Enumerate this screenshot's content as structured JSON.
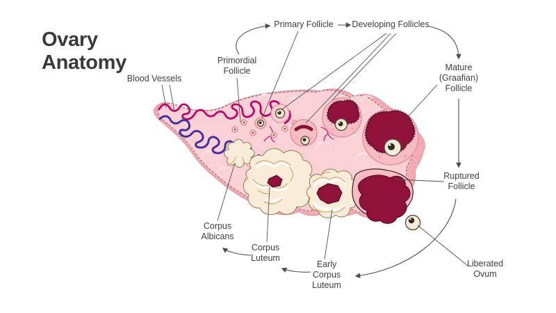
{
  "title": {
    "line1": "Ovary",
    "line2": "Anatomy"
  },
  "labels": {
    "blood_vessels": {
      "line1": "Blood Vessels"
    },
    "primordial_follicle": {
      "line1": "Primordial",
      "line2": "Follicle"
    },
    "primary_follicle": {
      "line1": "Primary Follicle"
    },
    "developing_follicles": {
      "line1": "Developing Follicles"
    },
    "mature_follicle": {
      "line1": "Mature",
      "line2": "(Graafian)",
      "line3": "Follicle"
    },
    "ruptured_follicle": {
      "line1": "Ruptured",
      "line2": "Follicle"
    },
    "liberated_ovum": {
      "line1": "Liberated",
      "line2": "Ovum"
    },
    "early_corpus_luteum": {
      "line1": "Early",
      "line2": "Corpus",
      "line3": "Luteum"
    },
    "corpus_luteum": {
      "line1": "Corpus",
      "line2": "Luteum"
    },
    "corpus_albicans": {
      "line1": "Corpus",
      "line2": "Albicans"
    }
  },
  "colors": {
    "background": "#ffffff",
    "title_ink": "#3a3a3a",
    "label_ink": "#404040",
    "line_ink": "#4f4f4f",
    "ovary_outer": "#f5aab3",
    "ovary_inner": "#fad2d5",
    "ovary_edge": "#e295a0",
    "crescent": "#fde2e5",
    "vessel_magenta": "#c2006b",
    "vessel_purple": "#44309b",
    "follicle_pink": "#f8bcc3",
    "follicle_light": "#fbd0d5",
    "follicle_edge": "#dd939e",
    "antrum": "#90113a",
    "antrum_edge": "#550c26",
    "egg_cream": "#f5eddc",
    "egg_edge": "#5f4c38",
    "nucleus": "#33291f",
    "luteum_cream": "#f9edda",
    "luteum_line": "#c9a36e",
    "luteum_edge": "#9b8158",
    "maroon_center": "#8f1238",
    "dash_ink": "#6f6f6f"
  }
}
